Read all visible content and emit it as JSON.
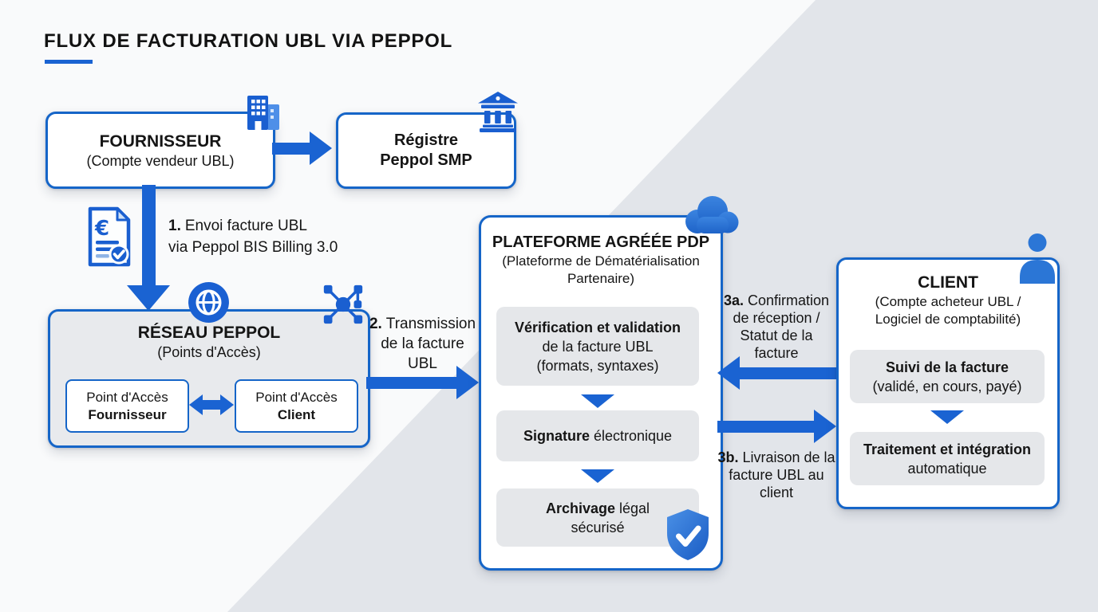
{
  "title": "FLUX DE FACTURATION UBL VIA PEPPOL",
  "colors": {
    "accent": "#1a63d2",
    "box_border": "#1565c8",
    "bg_left": "#f9fafb",
    "bg_right": "#e2e5ea",
    "panel_gray": "#e8eaed",
    "inner_gray": "#e5e7ea",
    "icon_blue": "#1a5fd0",
    "icon_blue_light": "#2b76d6",
    "text": "#151515"
  },
  "fournisseur": {
    "icon": "building-icon",
    "title": "FOURNISSEUR",
    "subtitle": "(Compte vendeur UBL)"
  },
  "registre": {
    "icon": "bank-icon",
    "line1": "Régistre",
    "line2": "Peppol SMP"
  },
  "steps": {
    "s1": {
      "num": "1.",
      "line1": "Envoi facture UBL",
      "line2": "via Peppol BIS Billing 3.0",
      "icon": "invoice-euro-icon"
    },
    "s2": {
      "num": "2.",
      "text": "Transmission de la facture UBL"
    },
    "s3a": {
      "num": "3a.",
      "text": "Confirmation de réception / Statut de la facture"
    },
    "s3b": {
      "num": "3b.",
      "text": "Livraison de la facture UBL au client"
    }
  },
  "reseau": {
    "icons": [
      "globe-icon",
      "network-hub-icon"
    ],
    "title": "RÉSEAU PEPPOL",
    "subtitle": "(Points d'Accès)",
    "ap_fournisseur": {
      "line1": "Point d'Accès",
      "line2": "Fournisseur"
    },
    "ap_client": {
      "line1": "Point d'Accès",
      "line2": "Client"
    }
  },
  "pdp": {
    "icon": "cloud-icon",
    "title": "PLATEFORME AGRÉÉE PDP",
    "subtitle": "(Plateforme de Dématérialisation Partenaire)",
    "verification": {
      "bold": "Vérification et validation",
      "line2": "de la facture UBL",
      "line3": "(formats, syntaxes)"
    },
    "signature": {
      "bold": "Signature",
      "rest": "électronique"
    },
    "archivage": {
      "bold": "Archivage",
      "rest": "légal",
      "line2": "sécurisé",
      "badge_icon": "shield-check-icon"
    }
  },
  "client": {
    "icon": "person-icon",
    "title": "CLIENT",
    "subtitle": "(Compte acheteur UBL / Logiciel de comptabilité)",
    "suivi": {
      "bold": "Suivi de la facture",
      "line2": "(validé, en cours, payé)"
    },
    "traitement": {
      "bold": "Traitement et intégration",
      "line2": "automatique"
    }
  }
}
